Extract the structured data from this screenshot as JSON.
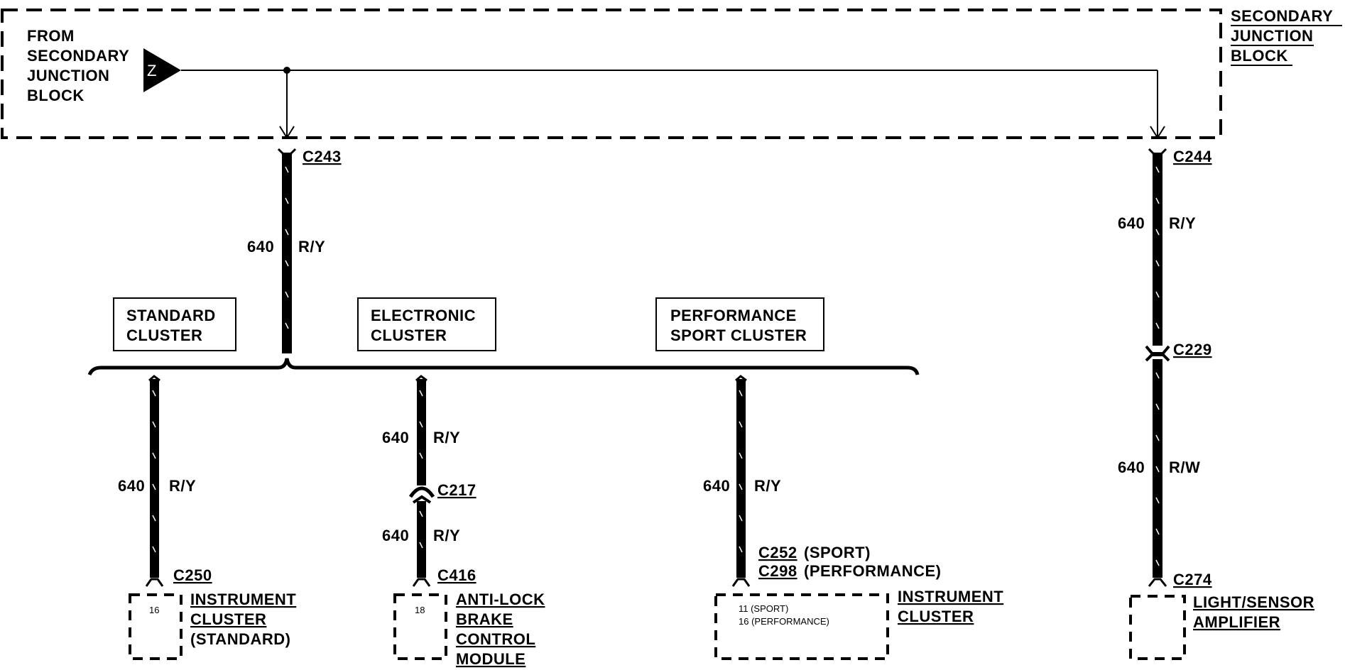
{
  "top_block": {
    "from_label": [
      "FROM",
      "SECONDARY",
      "JUNCTION",
      "BLOCK"
    ],
    "terminal_letter": "Z",
    "right_label": [
      "SECONDARY",
      "JUNCTION",
      "BLOCK"
    ]
  },
  "connectors": {
    "c243": "C243",
    "c244": "C244",
    "c229": "C229",
    "c250": "C250",
    "c217": "C217",
    "c416": "C416",
    "c252": "C252",
    "c298": "C298",
    "c274": "C274"
  },
  "c252_note": "(SPORT)",
  "c298_note": "(PERFORMANCE)",
  "wires": {
    "main_circuit": "640",
    "main_color": "R/Y",
    "right_upper_circuit": "640",
    "right_upper_color": "R/Y",
    "right_lower_circuit": "640",
    "right_lower_color": "R/W",
    "std_circuit": "640",
    "std_color": "R/Y",
    "abs_upper_circuit": "640",
    "abs_upper_color": "R/Y",
    "abs_lower_circuit": "640",
    "abs_lower_color": "R/Y",
    "perf_circuit": "640",
    "perf_color": "R/Y"
  },
  "option_boxes": {
    "standard": [
      "STANDARD",
      "CLUSTER"
    ],
    "electronic": [
      "ELECTRONIC",
      "CLUSTER"
    ],
    "performance": [
      "PERFORMANCE",
      "SPORT CLUSTER"
    ]
  },
  "components": {
    "std_pin": "16",
    "std_name": [
      "INSTRUMENT",
      "CLUSTER",
      "(STANDARD)"
    ],
    "abs_pin": "18",
    "abs_name": [
      "ANTI-LOCK",
      "BRAKE",
      "CONTROL",
      "MODULE"
    ],
    "perf_pins": [
      "11 (SPORT)",
      "16 (PERFORMANCE)"
    ],
    "perf_name": [
      "INSTRUMENT",
      "CLUSTER"
    ],
    "light_name": [
      "LIGHT/SENSOR",
      "AMPLIFIER"
    ]
  }
}
